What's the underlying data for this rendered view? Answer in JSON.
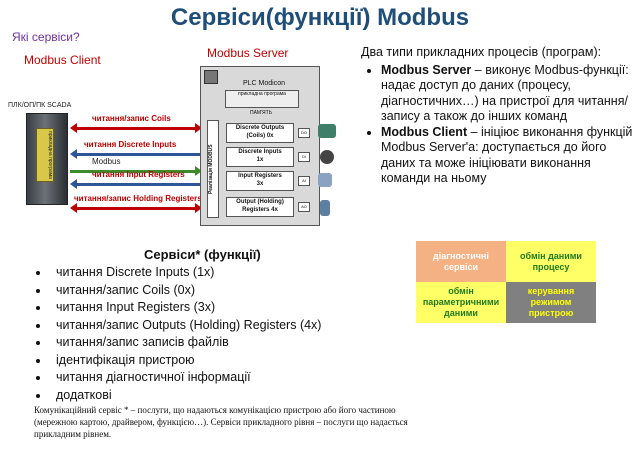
{
  "title": "Сервіси(функції) Modbus",
  "question": "Які сервіси?",
  "diagram": {
    "client_label": "Modbus Client",
    "server_label": "Modbus Server",
    "plc_caption": "ПЛК/ОП/ПК SCADA",
    "device_panel_text": "прикладна програма",
    "plc_title": "PLC Modicon",
    "plc_program": "прикладна програма",
    "plc_memory": "ПАМ'ЯТЬ",
    "realization": "Реалізація MODBUS",
    "arrows": [
      {
        "label": "читання/запис Coils",
        "color": "#c00000",
        "dir": "both"
      },
      {
        "label": "читання Discrete Inputs",
        "color": "#2e5597",
        "dir": "left"
      },
      {
        "label": "Modbus",
        "color": "#3c8a2a",
        "dir": "right"
      },
      {
        "label": "читання Input Registers",
        "color": "#2e5597",
        "dir": "left"
      },
      {
        "label": "читання/запис Holding Registers",
        "color": "#c00000",
        "dir": "both"
      }
    ],
    "registers": [
      {
        "l1": "Discrete Outputs",
        "l2": "(Coils) 0x"
      },
      {
        "l1": "Discrete Inputs",
        "l2": "1x"
      },
      {
        "l1": "Input Registers",
        "l2": "3x"
      },
      {
        "l1": "Output (Holding)",
        "l2": "Registers 4x"
      }
    ],
    "io": [
      "DO",
      "DI",
      "AI",
      "AO"
    ]
  },
  "right": {
    "intro": "Два типи прикладних процесів (програм):",
    "items": [
      {
        "bold": "Modbus Server",
        "text": " – виконує Modbus-функції: надає доступ до даних (процесу, діагностичних…) на пристрої для читання/запису а також до інших команд"
      },
      {
        "bold": "Modbus Client",
        "text": " – ініціює виконання функцій Modbus Server'а: доступається до його даних та може ініціювати виконання команди на ньому"
      }
    ]
  },
  "services": {
    "heading": "Сервіси* (функції)",
    "items": [
      "читання Discrete Inputs (1x)",
      "читання/запис Coils (0x)",
      "читання Input Registers (3x)",
      "читання/запис Outputs (Holding) Registers (4x)",
      "читання/запис записів файлів",
      "ідентифікація пристрою",
      "читання діагностичної інформації",
      "додаткові"
    ],
    "footnote": "Комунікаційний сервіс * – послуги, що надаються комунікацією пристрою або його частиною (мережною картою, драйвером, функцією…). Сервіси прикладного рівня – послуги що надається прикладним рівнем."
  },
  "grid": {
    "cells": [
      {
        "text": "діагностичні сервіси",
        "bg": "#f4b183",
        "fg": "#ffffff"
      },
      {
        "text": "обмін даними процесу",
        "bg": "#ffff66",
        "fg": "#1f7a1f"
      },
      {
        "text": "обмін параметричними даними",
        "bg": "#ffff66",
        "fg": "#1f7a1f"
      },
      {
        "text": "керування режимом пристрою",
        "bg": "#808080",
        "fg": "#ffff00"
      }
    ]
  }
}
